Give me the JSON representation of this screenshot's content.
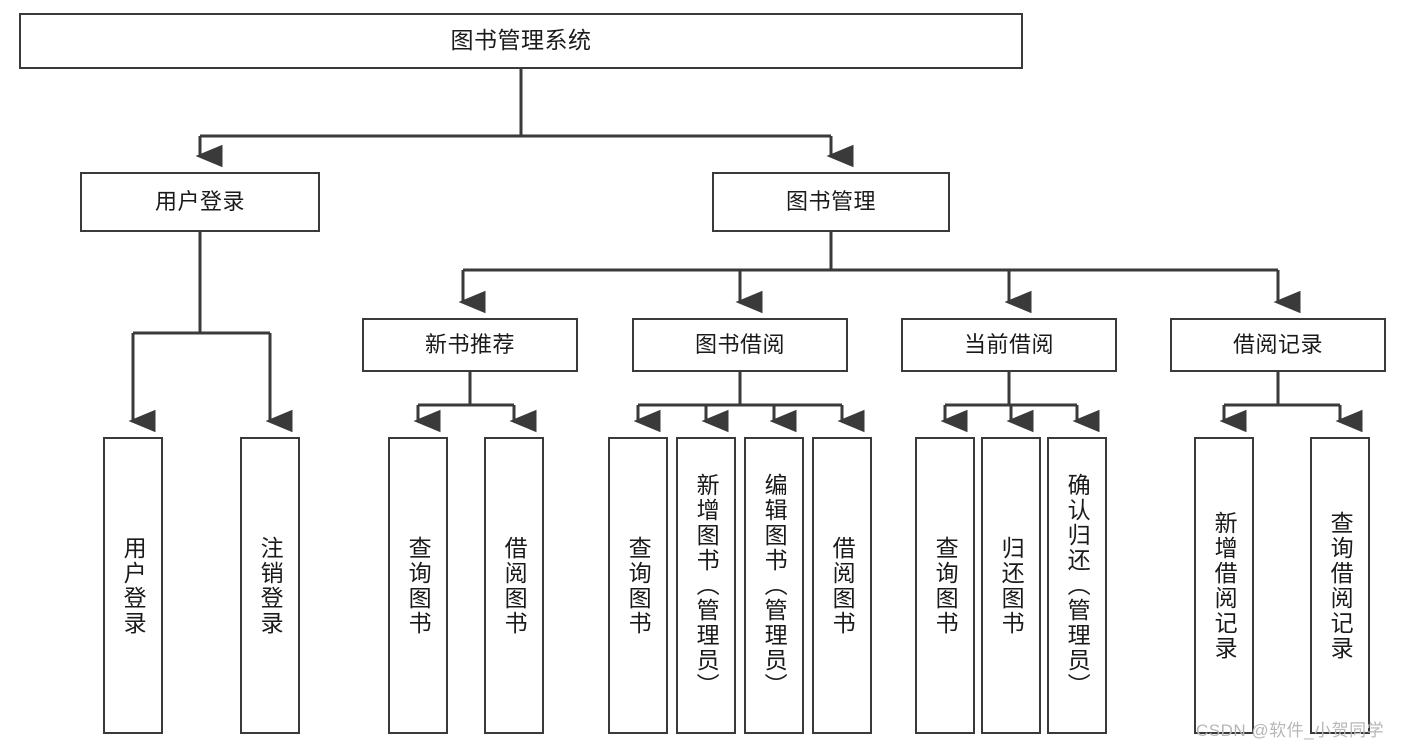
{
  "diagram": {
    "title": "图书管理系统",
    "type": "hierarchy-tree",
    "colors": {
      "background": "#ffffff",
      "box_border": "#3a3a3a",
      "box_fill": "#ffffff",
      "edge": "#3a3a3a",
      "text": "#1a1a1a",
      "watermark": "#b7b7b7"
    },
    "levels": {
      "root": {
        "label": "图书管理系统"
      },
      "level2": [
        {
          "label": "用户登录"
        },
        {
          "label": "图书管理"
        }
      ],
      "level3": [
        {
          "label": "新书推荐"
        },
        {
          "label": "图书借阅"
        },
        {
          "label": "当前借阅"
        },
        {
          "label": "借阅记录"
        }
      ],
      "leaves": [
        {
          "label": "用户登录",
          "parent": "用户登录"
        },
        {
          "label": "注销登录",
          "parent": "用户登录"
        },
        {
          "label": "查询图书",
          "parent": "新书推荐"
        },
        {
          "label": "借阅图书",
          "parent": "新书推荐"
        },
        {
          "label": "查询图书",
          "parent": "图书借阅"
        },
        {
          "label": "新增图书（管理员）",
          "parent": "图书借阅"
        },
        {
          "label": "编辑图书（管理员）",
          "parent": "图书借阅"
        },
        {
          "label": "借阅图书",
          "parent": "图书借阅"
        },
        {
          "label": "查询图书",
          "parent": "当前借阅"
        },
        {
          "label": "归还图书",
          "parent": "当前借阅"
        },
        {
          "label": "确认归还（管理员）",
          "parent": "当前借阅"
        },
        {
          "label": "新增借阅记录",
          "parent": "借阅记录"
        },
        {
          "label": "查询借阅记录",
          "parent": "借阅记录"
        }
      ]
    }
  },
  "watermark": {
    "text": "CSDN @软件_小贺同学"
  }
}
